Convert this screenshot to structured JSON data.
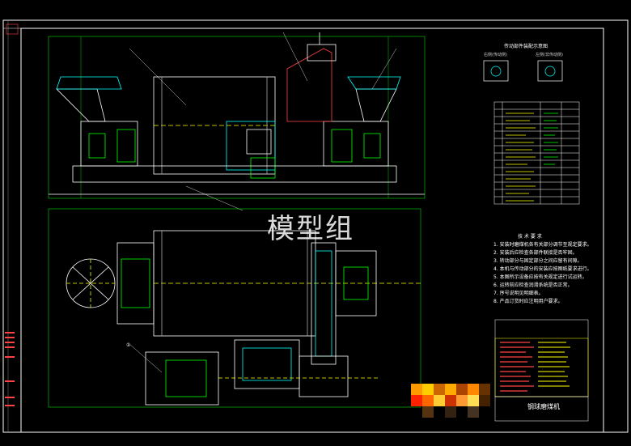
{
  "watermark": "模型组",
  "title_block": {
    "name": "钢球磨煤机"
  },
  "notes": {
    "heading": "技 术 要 求",
    "lines": [
      "1. 安装时磨煤机各有关部分调节至规定要求。",
      "2. 安装后应检查各部件联接是否牢固。",
      "3. 转动部分与固定部分之间应留有间隙。",
      "4. 本机与传动部分的安装应按图纸要求进行。",
      "5. 本图所示设备应按有关规定进行试运转。",
      "6. 运转前应检查润滑系统是否正常。",
      "7. 序号说明见明细表。",
      "8. 产品订货时应注明用户要求。"
    ]
  },
  "top_caption": "传动部件装配示意图",
  "sub_captions": [
    "右侧(传动侧)",
    "左侧(非传动侧)"
  ],
  "parts_table": {
    "rows": 14
  },
  "colors": {
    "background": "#000000",
    "frame": "#ffffff",
    "green": "#00ff00",
    "yellow": "#ffff00",
    "cyan": "#00ffff",
    "red": "#ff0000"
  }
}
